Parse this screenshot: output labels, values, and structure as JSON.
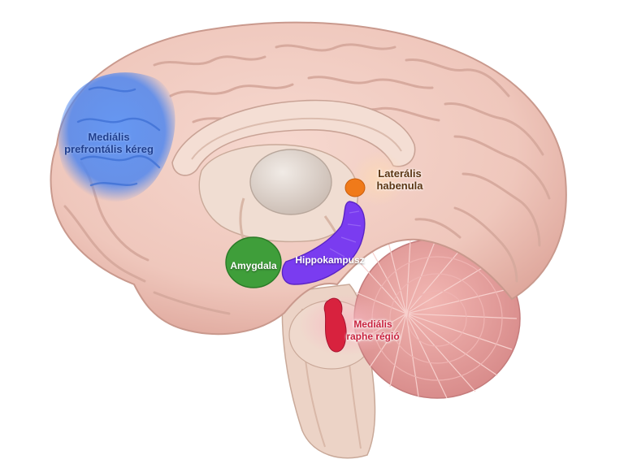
{
  "labels": {
    "mpfc": {
      "line1": "Mediális",
      "line2": "prefrontális kéreg"
    },
    "lhb": {
      "line1": "Laterális",
      "line2": "habenula"
    },
    "amygdala": "Amygdala",
    "hippocampus": "Hippokampusz",
    "mr": {
      "line1": "Mediális",
      "line2": "raphe régió"
    }
  },
  "colors": {
    "mpfc": "#4f86ee",
    "lhb": "#f07a1a",
    "amygdala": "#3f9e3a",
    "hippocampus": "#7a3cf0",
    "mr": "#d8223e",
    "cortex": "#efc7bd",
    "cerebellum": "#e9a4a4"
  }
}
